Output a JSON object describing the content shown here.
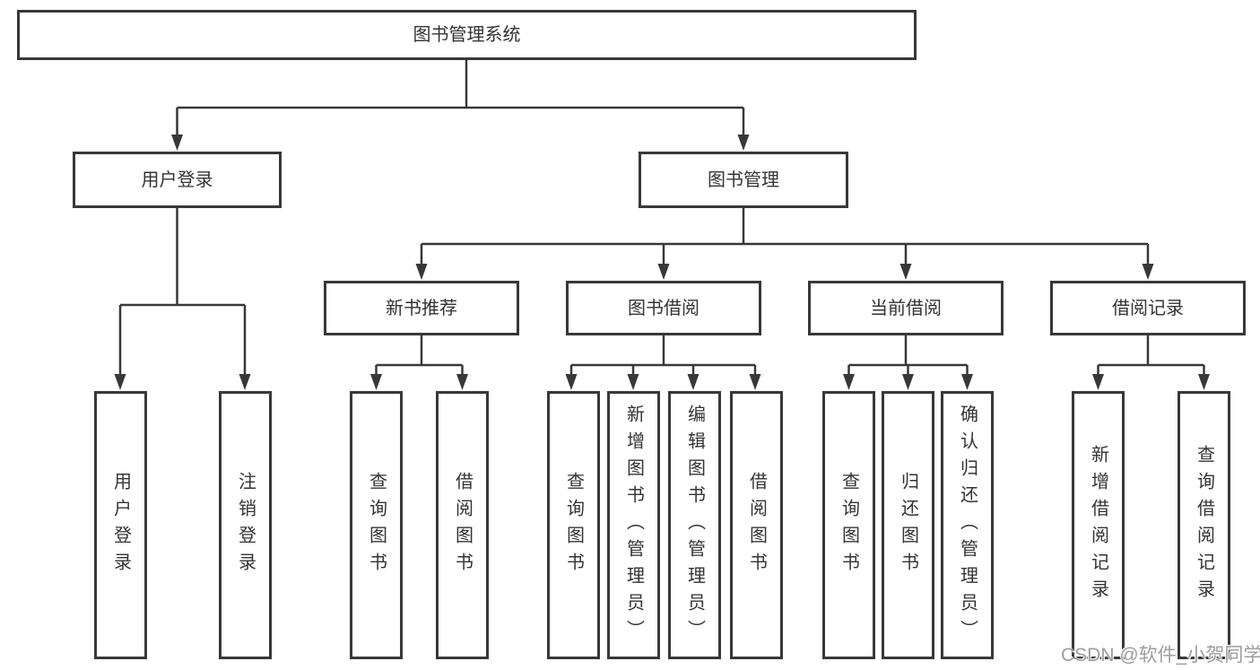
{
  "diagram": {
    "type": "hierarchy-tree",
    "tree": {
      "label": "图书管理系统",
      "children": [
        {
          "label": "用户登录",
          "children": [
            {
              "label": "用户登录"
            },
            {
              "label": "注销登录"
            }
          ]
        },
        {
          "label": "图书管理",
          "children": [
            {
              "label": "新书推荐",
              "children": [
                {
                  "label": "查询图书"
                },
                {
                  "label": "借阅图书"
                }
              ]
            },
            {
              "label": "图书借阅",
              "children": [
                {
                  "label": "查询图书"
                },
                {
                  "label": "新增图书（管理员）"
                },
                {
                  "label": "编辑图书（管理员）"
                },
                {
                  "label": "借阅图书"
                }
              ]
            },
            {
              "label": "当前借阅",
              "children": [
                {
                  "label": "查询图书"
                },
                {
                  "label": "归还图书"
                },
                {
                  "label": "确认归还（管理员）"
                }
              ]
            },
            {
              "label": "借阅记录",
              "children": [
                {
                  "label": "新增借阅记录"
                },
                {
                  "label": "查询借阅记录"
                }
              ]
            }
          ]
        }
      ]
    }
  },
  "watermark": {
    "text": "CSDN @软件_小贺同学"
  },
  "colors": {
    "line": "#383838",
    "text": "#333333",
    "background": "#ffffff",
    "watermark": "#9d9d9d"
  }
}
